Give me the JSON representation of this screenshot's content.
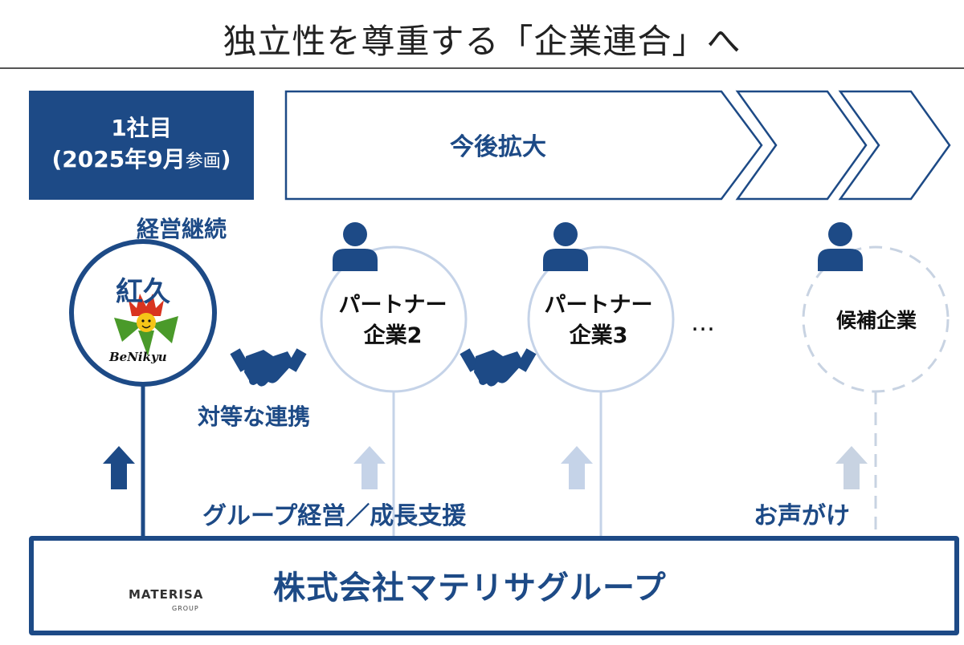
{
  "title": "独立性を尊重する「企業連合」へ",
  "first_company": {
    "line1": "1社目",
    "line2_main": "(2025年9月",
    "line2_small": "参画",
    "line2_end": ")"
  },
  "expansion_label": "今後拡大",
  "labels": {
    "management_continuity": "経営継続",
    "equal_partnership": "対等な連携",
    "group_support": "グループ経営／成長支援",
    "outreach": "お声がけ",
    "ellipsis": "…"
  },
  "nodes": {
    "benikyu": {
      "name": "紅久",
      "logo_text": "BeNikyu"
    },
    "partner2": {
      "line1": "パートナー",
      "line2": "企業2"
    },
    "partner3": {
      "line1": "パートナー",
      "line2": "企業3"
    },
    "candidate": {
      "label": "候補企業"
    }
  },
  "parent_company": {
    "name": "株式会社マテリサグループ",
    "logo_text": "MATERISA",
    "logo_sub": "GROUP"
  },
  "colors": {
    "primary": "#1d4a86",
    "light": "#c5d3e8",
    "dashed": "#c8d3e2"
  },
  "icons": [
    "person-icon",
    "handshake-icon",
    "arrow-up-icon",
    "chevron-arrow-icon",
    "materisa-logo-icon",
    "benikyu-mascot-icon"
  ]
}
